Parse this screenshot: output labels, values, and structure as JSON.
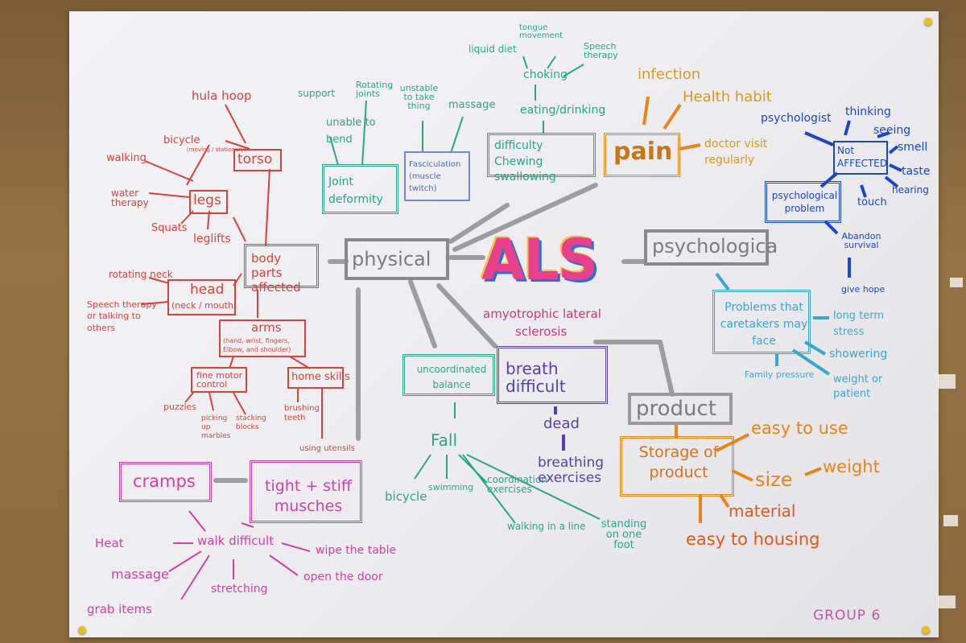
{
  "center": {
    "title": "ALS",
    "subtitle_1": "amyotrophic lateral",
    "subtitle_2": "sclerosis"
  },
  "categories": {
    "physical": "physical",
    "psychological": "psychologica",
    "product": "product"
  },
  "physical": {
    "body_parts": "body parts affected",
    "torso": "torso",
    "legs": "legs",
    "head": "head",
    "head_sub": "(neck / mouth)",
    "arms": "arms",
    "arms_sub": "(hand, wrist, fingers, Elbow, and shoulder)",
    "fine_motor": "fine motor control",
    "home_skills": "home skills",
    "hula_hoop": "hula hoop",
    "bicycle": "bicycle",
    "bicycle_sub": "(moving / stationary)",
    "walking": "walking",
    "water_therapy": "water therapy",
    "squats": "Squats",
    "leglifts": "leglifts",
    "rotating_neck": "rotating neck",
    "speech_therapy": "Speech therapy or talking to others",
    "puzzles": "puzzles",
    "picking_up_marbles": "picking up marbles",
    "stacking_blocks": "stacking blocks",
    "brushing_teeth": "brushing teeth",
    "using_utensils": "using utensils",
    "joint_deformity": "Joint deformity",
    "support": "support",
    "unable_to_bend": "unable to bend",
    "rotating_joints": "Rotating joints",
    "unstable": "unstable to take thing",
    "massage": "massage",
    "fasciculation": "Fasciculation (muscle twitch)",
    "difficulty_chewing": "difficulty Chewing swallowing",
    "choking": "choking",
    "liquid_diet": "liquid diet",
    "tongue_movement": "tongue movement",
    "speech_therapy2": "Speech therapy",
    "eating_drinking": "eating/drinking",
    "uncoordinated": "uncoordinated balance",
    "fall": "Fall",
    "bicycle2": "bicycle",
    "swimming": "swimming",
    "coordination": "coordination exercises",
    "walking_line": "walking in a line",
    "standing": "standing on one foot",
    "breath": "breath difficult",
    "dead": "dead",
    "breathing_ex": "breathing exercises",
    "cramps": "cramps",
    "tight_stiff": "tight + stiff musches",
    "walk_difficult": "walk difficult",
    "heat": "Heat",
    "massage2": "massage",
    "grab_items": "grab items",
    "stretching": "stretching",
    "wipe_table": "wipe the table",
    "open_door": "open the door"
  },
  "pain": {
    "pain": "pain",
    "infection": "infection",
    "health_habit": "Health habit",
    "doctor_visit": "doctor visit regularly"
  },
  "psych": {
    "not_affected": "Not AFFECTED",
    "psychologist": "psychologist",
    "thinking": "thinking",
    "seeing": "seeing",
    "smell": "smell",
    "taste": "taste",
    "hearing": "hearing",
    "touch": "touch",
    "psych_problem": "psychological problem",
    "abandon": "Abandon survival",
    "give_hope": "give hope",
    "caretakers": "Problems that caretakers may face",
    "long_term": "long term stress",
    "showering": "showering",
    "weight_patient": "weight or patient",
    "family_pressure": "Family pressure"
  },
  "product": {
    "storage": "Storage of product",
    "easy_to_use": "easy to use",
    "size": "size",
    "weight": "weight",
    "material": "material",
    "easy_housing": "easy to housing"
  },
  "footer": {
    "group": "GROUP 6"
  },
  "colors": {
    "red": "#d8423a",
    "pink": "#d43fa3",
    "teal": "#2aa58a",
    "purple": "#5a3fa6",
    "gray": "#7c7c80",
    "orange": "#e88418",
    "blue": "#1a46c8",
    "cyan": "#3aa6cf"
  }
}
